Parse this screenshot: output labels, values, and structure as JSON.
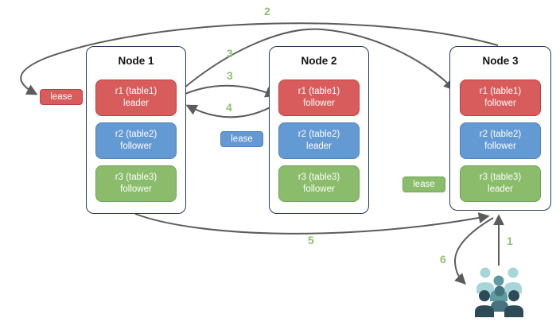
{
  "nodes": [
    {
      "title": "Node 1",
      "replicas": [
        {
          "label": "r1 (table1)",
          "role": "leader",
          "color": "red"
        },
        {
          "label": "r2 (table2)",
          "role": "follower",
          "color": "blue"
        },
        {
          "label": "r3 (table3)",
          "role": "follower",
          "color": "green"
        }
      ]
    },
    {
      "title": "Node 2",
      "replicas": [
        {
          "label": "r1 (table1)",
          "role": "follower",
          "color": "red"
        },
        {
          "label": "r2 (table2)",
          "role": "leader",
          "color": "blue"
        },
        {
          "label": "r3 (table3)",
          "role": "follower",
          "color": "green"
        }
      ]
    },
    {
      "title": "Node 3",
      "replicas": [
        {
          "label": "r1 (table1)",
          "role": "follower",
          "color": "red"
        },
        {
          "label": "r2 (table2)",
          "role": "follower",
          "color": "blue"
        },
        {
          "label": "r3 (table3)",
          "role": "leader",
          "color": "green"
        }
      ]
    }
  ],
  "leases": [
    {
      "label": "lease",
      "color": "red"
    },
    {
      "label": "lease",
      "color": "blue"
    },
    {
      "label": "lease",
      "color": "green"
    }
  ],
  "steps": [
    "1",
    "2",
    "3",
    "3",
    "4",
    "5",
    "6"
  ],
  "icons": {
    "users": "users-group-icon"
  },
  "colors": {
    "replica_red": "#d95c5c",
    "replica_red_border": "#bf4040",
    "replica_blue": "#649ad4",
    "replica_blue_border": "#4e81bd",
    "replica_green": "#8abc6c",
    "replica_green_border": "#6fa353",
    "node_border": "#243a5e",
    "arrow": "#5c5c5c",
    "step_label": "#90c16f",
    "users_light": "#a6d6d8",
    "users_medium": "#5d9aa2",
    "users_mid_dark": "#47727f",
    "users_dark": "#2d4a57"
  }
}
